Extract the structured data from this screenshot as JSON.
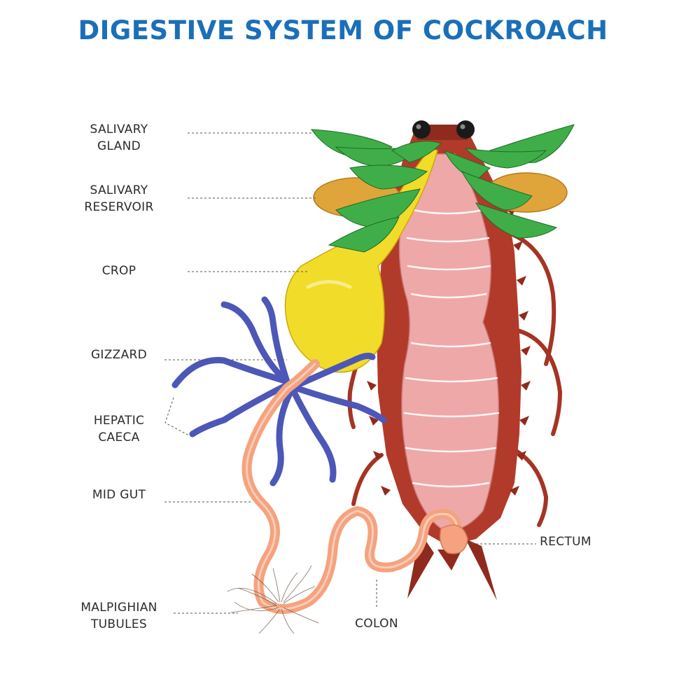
{
  "title": "DIGESTIVE SYSTEM OF COCKROACH",
  "colors": {
    "title": "#1b6fb8",
    "body_wall": "#b23a2a",
    "body_wall_dark": "#8f2a1e",
    "gut": "#eea8a8",
    "gut_stripe": "#ffffff",
    "salivary_gland": "#3fae49",
    "salivary_reservoir": "#e0a53a",
    "crop": "#f2dc2a",
    "hepatic_caeca": "#4d57b8",
    "midgut_tube": "#f4a37e",
    "eyes": "#1a1a1a"
  },
  "labels": {
    "salivary_gland": [
      "SALIVARY",
      "GLAND"
    ],
    "salivary_reservoir": [
      "SALIVARY",
      "RESERVOIR"
    ],
    "crop": [
      "CROP"
    ],
    "gizzard": [
      "GIZZARD"
    ],
    "hepatic_caeca": [
      "HEPATIC",
      "CAECA"
    ],
    "mid_gut": [
      "MID GUT"
    ],
    "malpighian_tubules": [
      "MALPIGHIAN",
      "TUBULES"
    ],
    "colon": [
      "COLON"
    ],
    "rectum": [
      "RECTUM"
    ]
  }
}
